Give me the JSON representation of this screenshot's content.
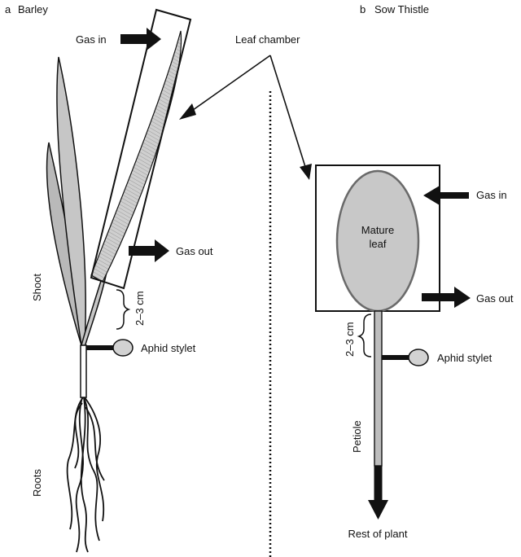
{
  "panels": {
    "a": {
      "letter": "a",
      "title": "Barley"
    },
    "b": {
      "letter": "b",
      "title": "Sow Thistle"
    }
  },
  "labels": {
    "leaf_chamber": "Leaf chamber",
    "gas_in_a": "Gas in",
    "gas_out_a": "Gas out",
    "shoot": "Shoot",
    "roots": "Roots",
    "distance_a": "2–3 cm",
    "aphid_stylet_a": "Aphid stylet",
    "gas_in_b": "Gas in",
    "gas_out_b": "Gas out",
    "mature_leaf_line1": "Mature",
    "mature_leaf_line2": "leaf",
    "distance_b": "2–3 cm",
    "aphid_stylet_b": "Aphid stylet",
    "petiole": "Petiole",
    "rest_of_plant": "Rest of plant"
  },
  "colors": {
    "stroke": "#111111",
    "leaf_fill": "#c4c4c4",
    "chamber_leaf_fill": "#c9c9c9",
    "mature_leaf_fill": "#c8c8c8",
    "mature_leaf_edge": "#6a6a6a",
    "petiole_fill": "#bdbdbd",
    "stylet_fill": "#d2d2d2"
  }
}
